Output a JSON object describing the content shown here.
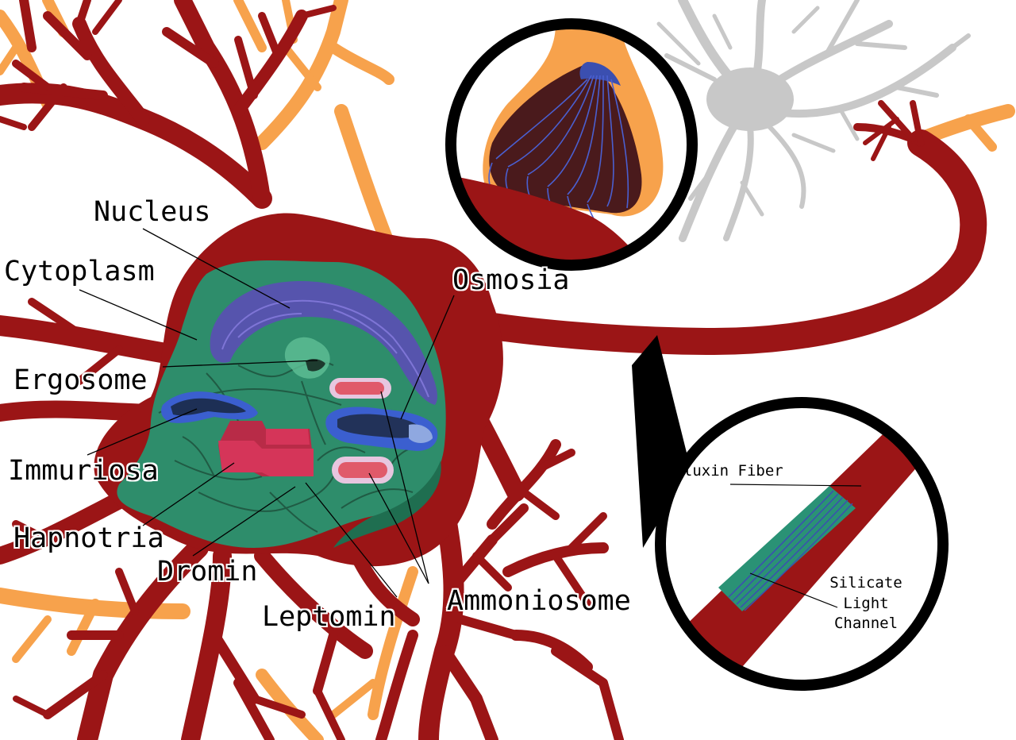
{
  "colors": {
    "membrane": "#9b1516",
    "cytoplasm": "#2e8d6b",
    "cytoplasm_dark": "#1f6e50",
    "nucleus": "#5a4fb3",
    "glia": "#f7a24c",
    "grey_neuron": "#c8c8c8",
    "hapnotria": "#d53559",
    "ammoniosome": "#e05a6a",
    "immuriosa": "#27407a",
    "lens_ring": "#000000",
    "fiber_teal": "#2a9275",
    "fiber_strand": "#3b4fb0",
    "synapse_core": "#4a1a1c"
  },
  "labels": {
    "nucleus": "Nucleus",
    "cytoplasm": "Cytoplasm",
    "ergosome": "Ergosome",
    "immuriosa": "Immuriosa",
    "hapnotria": "Hapnotria",
    "dromin": "Dromin",
    "leptomin": "Leptomin",
    "osmosia": "Osmosia",
    "ammoniosome": "Ammoniosome",
    "obluxin_fiber": "Obluxin Fiber",
    "silicate_line1": "Silicate",
    "silicate_line2": "Light",
    "silicate_line3": "Channel"
  }
}
